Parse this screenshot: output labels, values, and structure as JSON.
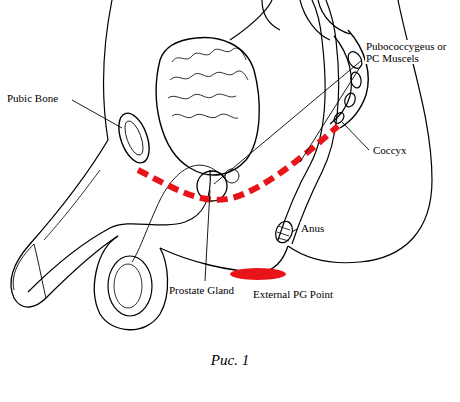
{
  "diagram": {
    "caption": "Рис. 1",
    "labels": [
      "Pubic Bone",
      "Pubococcygeus or PC Muscels",
      "Coccyx",
      "Anus",
      "Prostate Gland",
      "External PG Point"
    ]
  }
}
